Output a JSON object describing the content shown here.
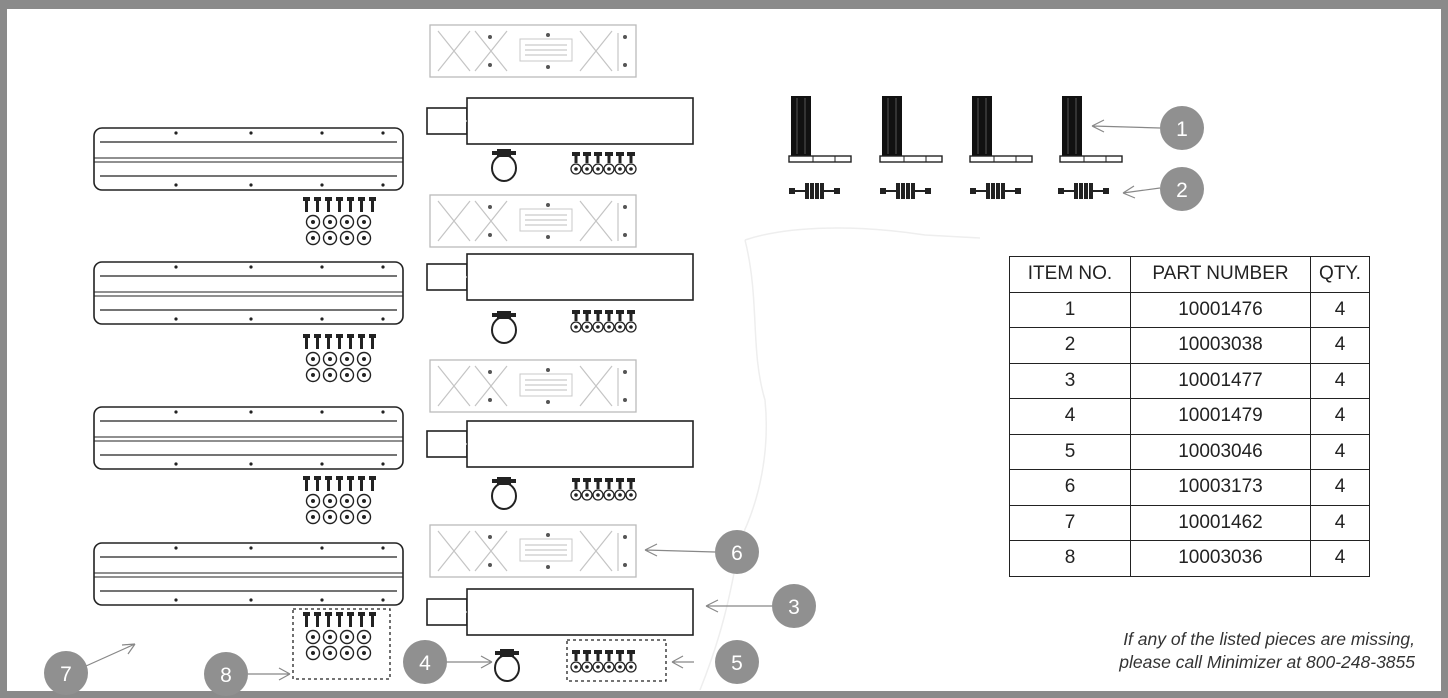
{
  "table": {
    "headers": [
      "ITEM NO.",
      "PART NUMBER",
      "QTY."
    ],
    "rows": [
      {
        "item": "1",
        "part": "10001476",
        "qty": "4"
      },
      {
        "item": "2",
        "part": "10003038",
        "qty": "4"
      },
      {
        "item": "3",
        "part": "10001477",
        "qty": "4"
      },
      {
        "item": "4",
        "part": "10001479",
        "qty": "4"
      },
      {
        "item": "5",
        "part": "10003046",
        "qty": "4"
      },
      {
        "item": "6",
        "part": "10003173",
        "qty": "4"
      },
      {
        "item": "7",
        "part": "10001462",
        "qty": "4"
      },
      {
        "item": "8",
        "part": "10003036",
        "qty": "4"
      }
    ]
  },
  "note": {
    "line1": "If any of the listed pieces are missing,",
    "line2": "please call Minimizer at 800-248-3855"
  },
  "callouts": {
    "c1": "1",
    "c2": "2",
    "c3": "3",
    "c4": "4",
    "c5": "5",
    "c6": "6",
    "c7": "7",
    "c8": "8"
  },
  "colors": {
    "frame": "#8a8a8a",
    "callout_fill": "#909090",
    "line_art": "#222222"
  }
}
